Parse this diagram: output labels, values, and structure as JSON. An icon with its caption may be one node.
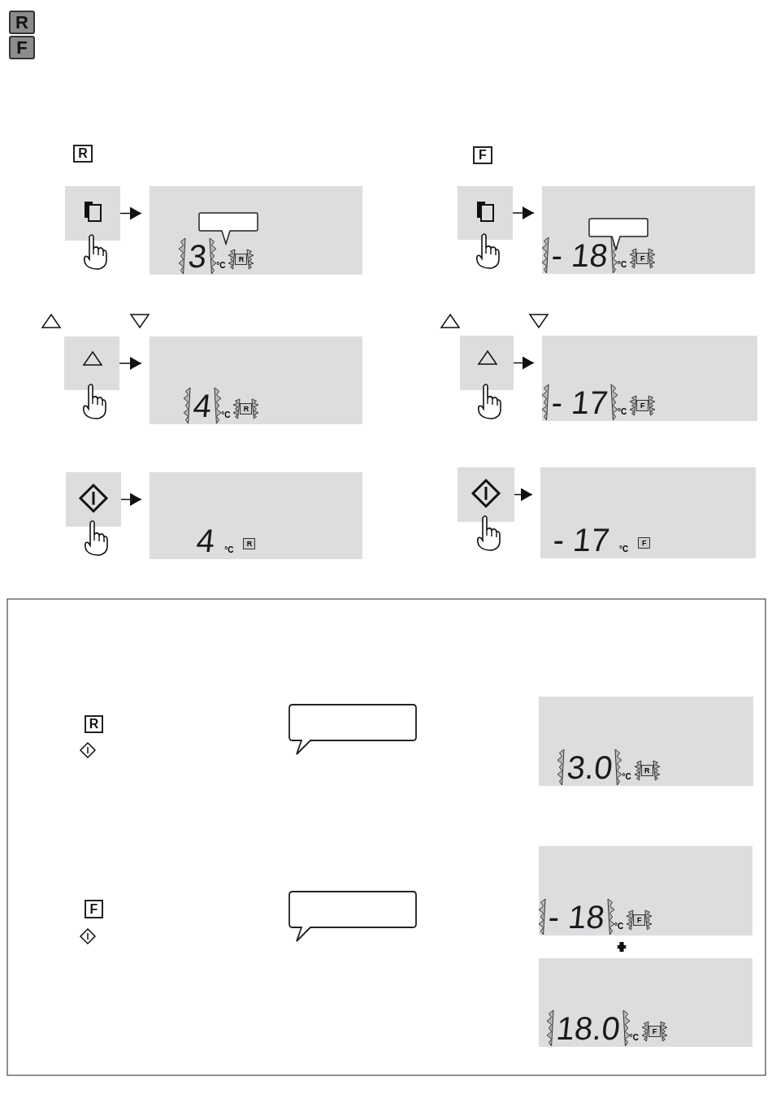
{
  "diagram": {
    "nodes": [
      {
        "text": [
          "R"
        ]
      },
      {
        "text": [
          "F"
        ]
      },
      {
        "text": [
          "R"
        ]
      },
      {
        "text": [
          "F"
        ]
      },
      {
        "text": [],
        "shape": "box"
      },
      {
        "text": [
          "3",
          "°C",
          "R"
        ]
      },
      {
        "text": [],
        "shape": "box"
      },
      {
        "text": [
          "- 18",
          "°C",
          "F"
        ]
      },
      {
        "text": [],
        "shape": "box"
      },
      {
        "text": [
          "4",
          "°C",
          "R"
        ]
      },
      {
        "text": [],
        "shape": "box"
      },
      {
        "text": [
          "- 17",
          "°C",
          "F"
        ]
      },
      {
        "text": [],
        "shape": "box"
      },
      {
        "text": [
          "4",
          "°C",
          "R"
        ]
      },
      {
        "text": [],
        "shape": "box"
      },
      {
        "text": [
          "- 17",
          "°C",
          "F"
        ]
      },
      {
        "text": [
          "R"
        ]
      },
      {
        "text": [
          "F"
        ]
      },
      {
        "text": [
          "3.0",
          "°C",
          "R"
        ]
      },
      {
        "text": [
          "- 18",
          "°C",
          "F"
        ]
      },
      {
        "text": [
          "18.0",
          "°C",
          "F"
        ]
      },
      {
        "text": [],
        "shape": "callout",
        "in": 5
      },
      {
        "text": [],
        "shape": "callout",
        "in": 7
      },
      {
        "text": [],
        "shape": "callout"
      },
      {
        "text": [],
        "shape": "callout"
      }
    ],
    "edges": [
      {
        "from": 4,
        "to": 5,
        "arrow": "to"
      },
      {
        "from": 6,
        "to": 7,
        "arrow": "to"
      },
      {
        "from": 8,
        "to": 9,
        "arrow": "to"
      },
      {
        "from": 10,
        "to": 11,
        "arrow": "to"
      },
      {
        "from": 12,
        "to": 13,
        "arrow": "to"
      },
      {
        "from": 14,
        "to": 15,
        "arrow": "to"
      },
      {
        "from": 19,
        "to": 20,
        "arrow": "both",
        "style": "thick"
      }
    ]
  }
}
